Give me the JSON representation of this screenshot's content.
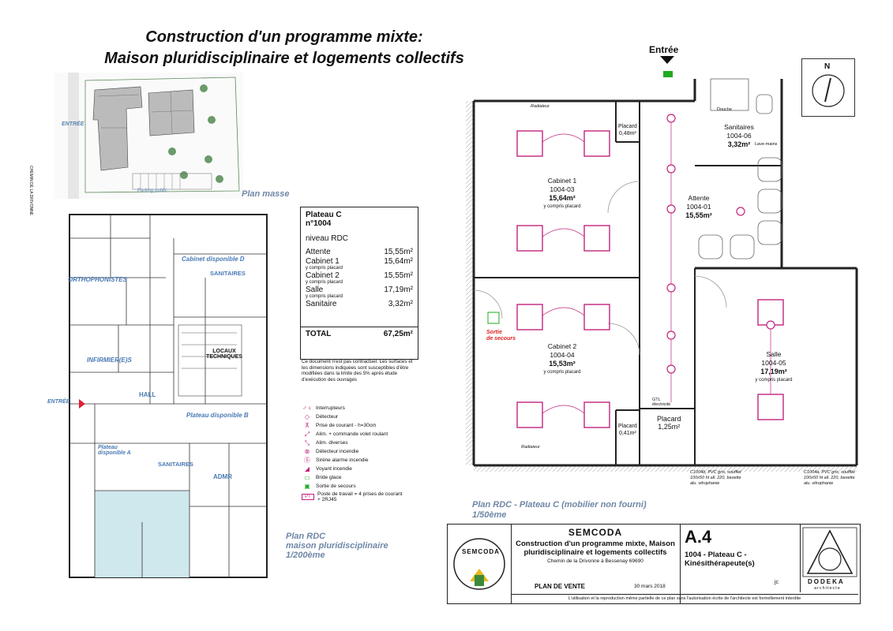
{
  "title": {
    "line1": "Construction d'un programme mixte:",
    "line2": "Maison pluridisciplinaire et logements collectifs"
  },
  "entree_top": "Entrée",
  "compass": "N",
  "plan_masse": {
    "label": "Plan masse",
    "entree": "ENTRÉE",
    "chemin": "CHEMIN DE LA DRIVONNE",
    "parking": "Parking public"
  },
  "plan_rdc_small": {
    "labels": [
      "ORTHOPHONISTES",
      "Cabinet disponible D",
      "SANITAIRES",
      "LOCAUX TECHNIQUES",
      "INFIRMIER(E)S",
      "HALL",
      "Plateau disponible B",
      "Plateau disponible A",
      "SANITAIRES",
      "ADMR"
    ],
    "entree": "ENTRÉE",
    "caption": [
      "Plan RDC",
      "maison pluridisciplinaire",
      "1/200ème"
    ]
  },
  "summary": {
    "plateau": "Plateau C",
    "num": "n°1004",
    "niveau": "niveau RDC",
    "rows": [
      {
        "label": "Attente",
        "value": "15,55m²",
        "sub": ""
      },
      {
        "label": "Cabinet 1",
        "value": "15,64m²",
        "sub": "y compris placard"
      },
      {
        "label": "Cabinet 2",
        "value": "15,55m²",
        "sub": "y compris placard"
      },
      {
        "label": "Salle",
        "value": "17,19m²",
        "sub": "y compris placard"
      },
      {
        "label": "Sanitaire",
        "value": "3,32m²",
        "sub": ""
      }
    ],
    "total_label": "TOTAL",
    "total_value": "67,25m²"
  },
  "note": "Ce document n'est pas contractuel. Les surfaces et les dimensions indiquées sont susceptibles d'être modifiées dans la limite des 5% après étude d'exécution des ouvrages",
  "legend": [
    {
      "icon": "♂♀",
      "label": "Interrupteurs"
    },
    {
      "icon": "◇",
      "label": "Détecteur"
    },
    {
      "icon": "⊼",
      "label": "Prise de courant - h=30cm"
    },
    {
      "icon": "⤢",
      "label": "Alim. + commande volet roulant"
    },
    {
      "icon": "⤡",
      "label": "Alim. diverses"
    },
    {
      "icon": "⊗",
      "label": "Détecteur incendie"
    },
    {
      "icon": "Ⓢ",
      "label": "Sirène alarme incendie"
    },
    {
      "icon": "◢",
      "label": "Voyant incendie"
    },
    {
      "icon": "▭",
      "label": "Bride glace"
    },
    {
      "icon": "▣",
      "label": "Sortie de secours"
    },
    {
      "icon": "PT",
      "label": "Poste de travail = 4 prises de courant + 2RJ45"
    }
  ],
  "plan_c": {
    "rooms": [
      {
        "name": "Cabinet 1",
        "num": "1004-03",
        "area": "15,64m²",
        "sub": "y compris placard"
      },
      {
        "name": "Cabinet 2",
        "num": "1004-04",
        "area": "15,53m²",
        "sub": "y compris placard"
      },
      {
        "name": "Attente",
        "num": "1004-01",
        "area": "15,55m²",
        "sub": ""
      },
      {
        "name": "Salle",
        "num": "1004-05",
        "area": "17,19m²",
        "sub": "y compris placard"
      },
      {
        "name": "Sanitaires",
        "num": "1004-06",
        "area": "3,32m²",
        "sub": ""
      }
    ],
    "placards": [
      {
        "name": "Placard",
        "area": "0,48m²"
      },
      {
        "name": "Placard",
        "area": "0,41m²"
      },
      {
        "name": "Placard",
        "area": "1,25m²"
      }
    ],
    "sortie": [
      "Sortie",
      "de secours"
    ],
    "radiateur": "Radiateur",
    "gtl": "GTL électricité",
    "douche": "Douche",
    "lave_mains": "Lave-mains",
    "c1004b_bottom": "C1004b, PVC gris, soufflet 100x50 ht all. 220, bavette alu. vitrophanie",
    "c1004a_bottom": "C1004a, PVC gris, soufflet 100x50 ht all. 220, bavette alu. vitrophanie",
    "caption": [
      "Plan RDC - Plateau C (mobilier non fourni)",
      "1/50ème"
    ]
  },
  "titleblock": {
    "company": "SEMCODA",
    "project": "Construction d'un programme mixte, Maison pluridisciplinaire et logements collectifs",
    "address": "Chemin de la Drivonne à Bessenay 69690",
    "plan": "PLAN DE VENTE",
    "date": "30 mars 2018",
    "initials": "jc",
    "sheet": "A.4",
    "desc": "1004 - Plateau C - Kinésithérapeute(s)",
    "architect": "DODEKA",
    "architect_sub": "architecte",
    "logo_text": "SEMCODA",
    "footer": "L'utilisation et la reproduction même partielle de ce plan sans l'autorisation écrite de l'architecte est formellement interdite"
  }
}
